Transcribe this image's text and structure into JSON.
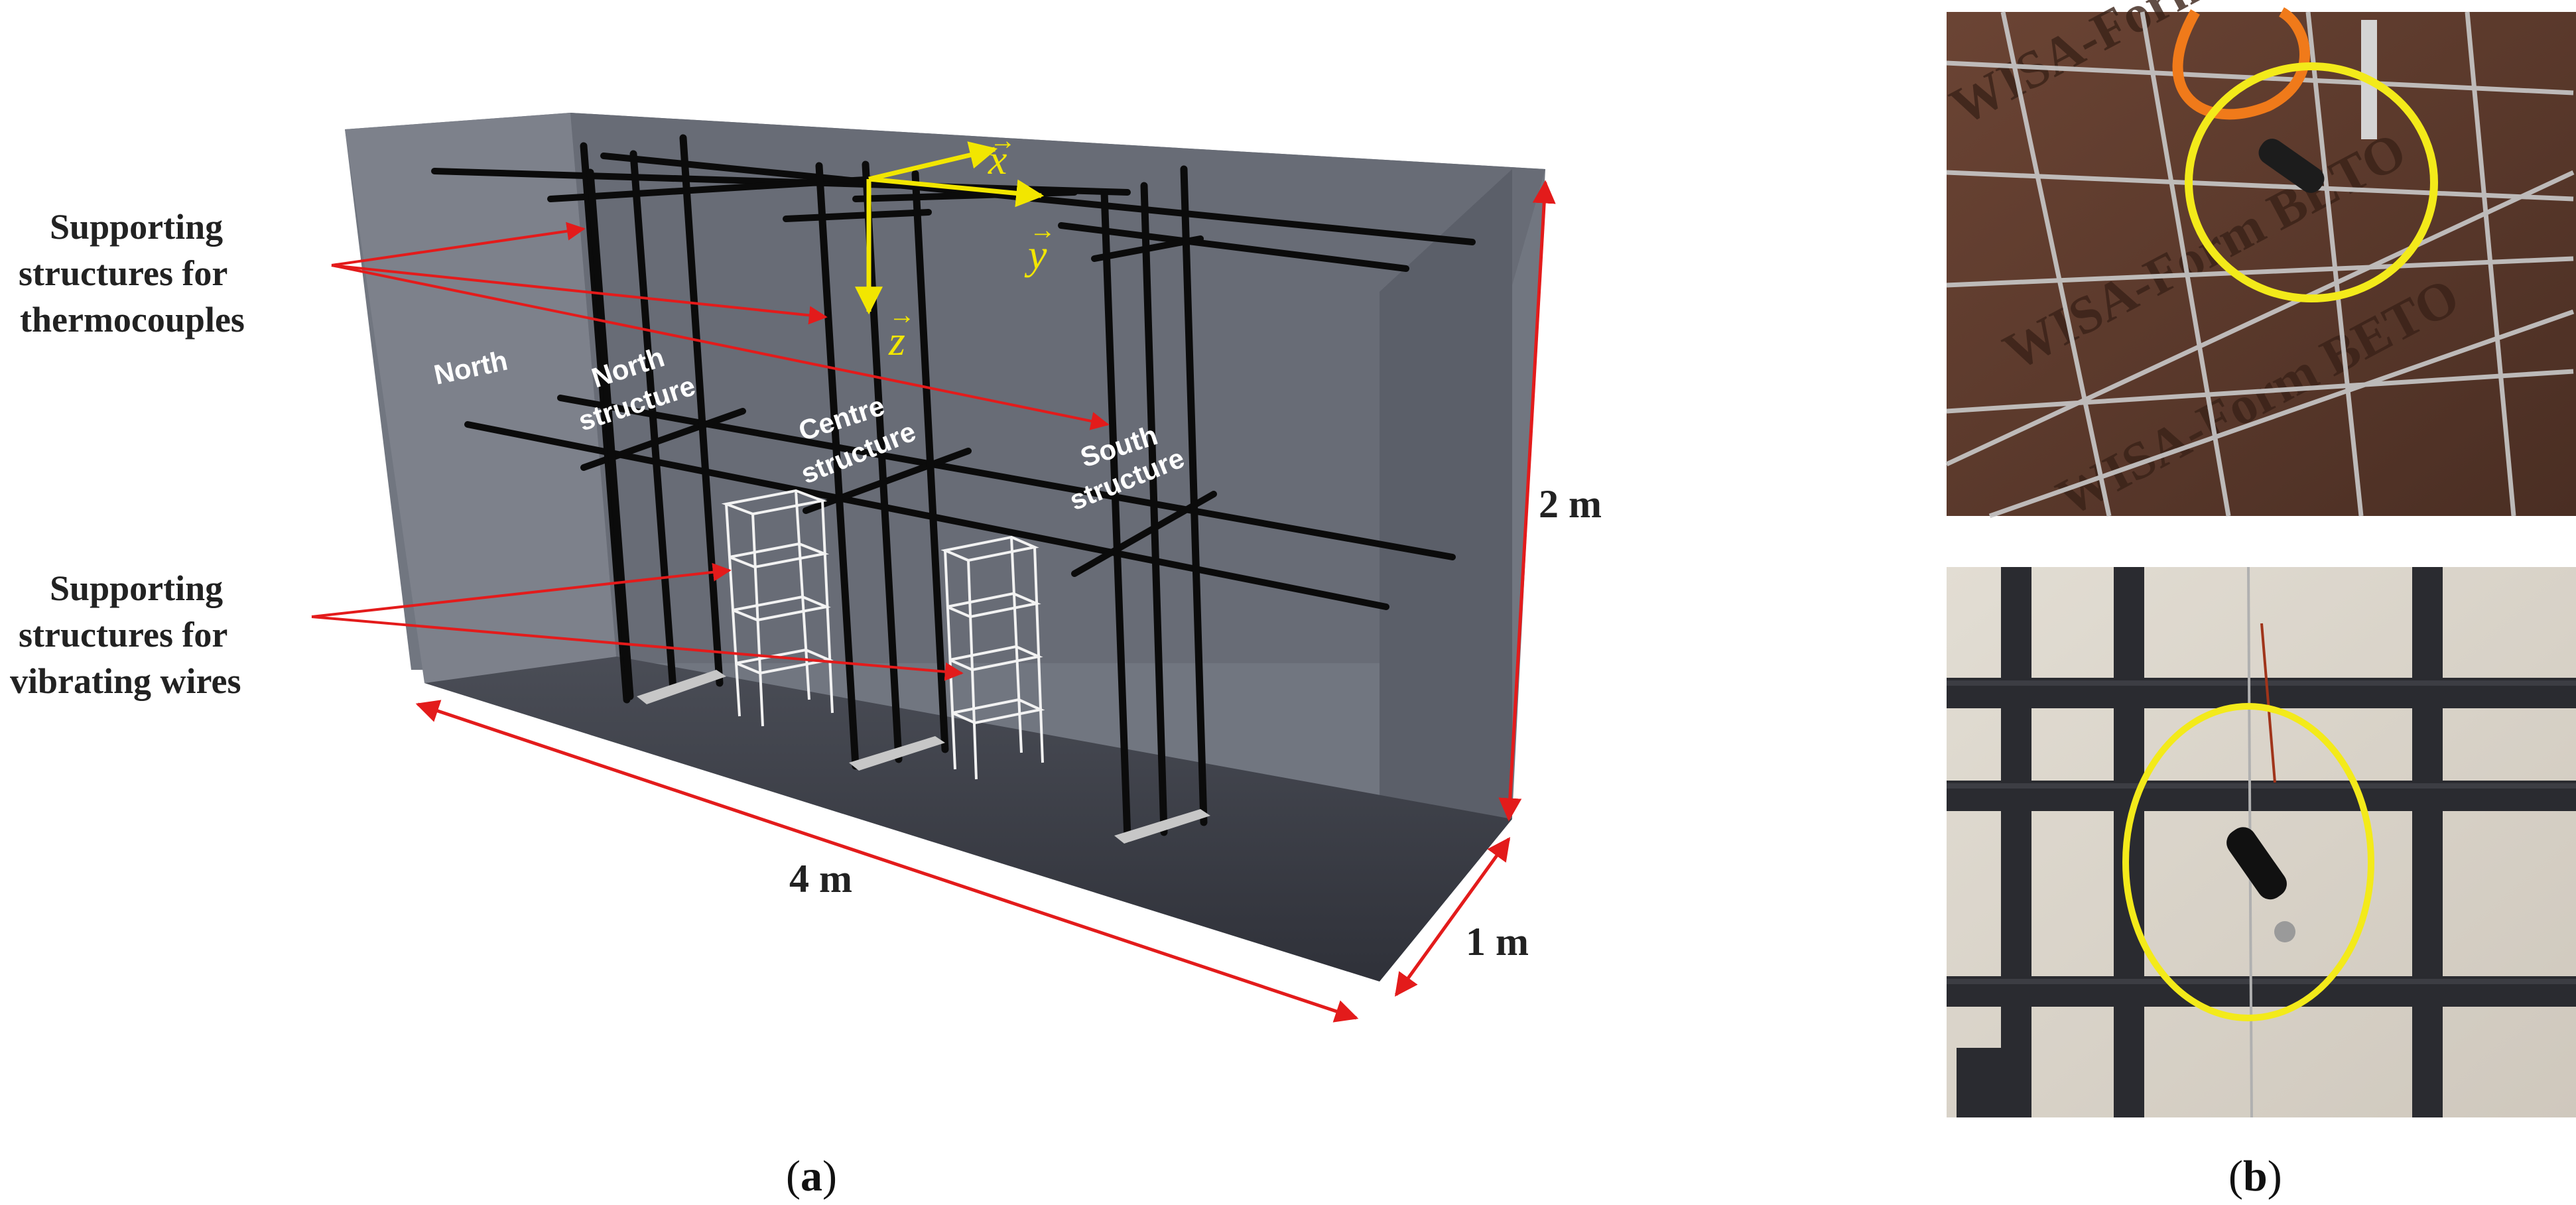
{
  "panel_a": {
    "caption_prefix": "(",
    "caption_letter": "a",
    "caption_suffix": ")",
    "annotations": {
      "thermo_line1": "Supporting",
      "thermo_line2": "structures for",
      "thermo_line3": "thermocouples",
      "vib_line1": "Supporting",
      "vib_line2": "structures for",
      "vib_line3": "vibrating wires"
    },
    "dimensions": {
      "length": "4 m",
      "height": "2 m",
      "depth": "1 m"
    },
    "labels": {
      "north": "North",
      "north_structure_1": "North",
      "north_structure_2": "structure",
      "centre_structure_1": "Centre",
      "centre_structure_2": "structure",
      "south_structure_1": "South",
      "south_structure_2": "structure"
    },
    "axes": {
      "x": "x",
      "y": "y",
      "z": "z"
    },
    "colors": {
      "arrow": "#e31b1b",
      "axis": "#f2e600",
      "box_back": "#6b707a",
      "box_floor": "#3c3f48",
      "bars": "#0a0a0a"
    }
  },
  "panel_b": {
    "caption_prefix": "(",
    "caption_letter": "b",
    "caption_suffix": ")",
    "photo_top_text": [
      "WISA-Form BETO",
      "WISA-Form BETO",
      "WISA-Form BETO"
    ],
    "colors": {
      "highlight_circle": "#f3ea1a",
      "formwork": "#5e3a2a",
      "rebar": "#2a2b30",
      "ground": "#d8d2c8"
    }
  }
}
